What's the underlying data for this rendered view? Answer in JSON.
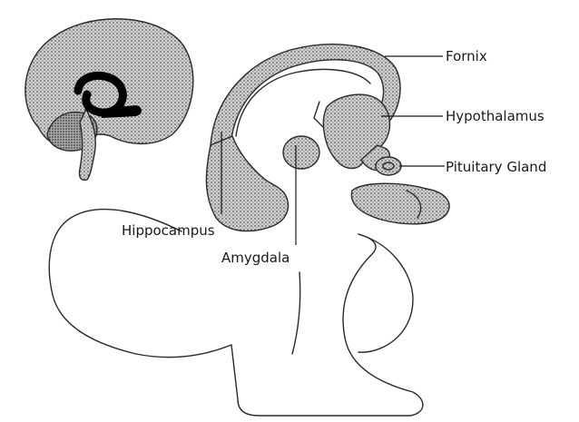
{
  "labels": {
    "fornix": "Fornix",
    "hypothalamus": "Hypothalamus",
    "pituitary_gland": "Pituitary Gland",
    "hippocampus": "Hippocampus",
    "amygdala": "Amygdala"
  },
  "colors": {
    "background": "#ffffff",
    "ink": "#2a2a2a",
    "stipple_fill": "#bdbdbd",
    "highlight": "#000000"
  }
}
